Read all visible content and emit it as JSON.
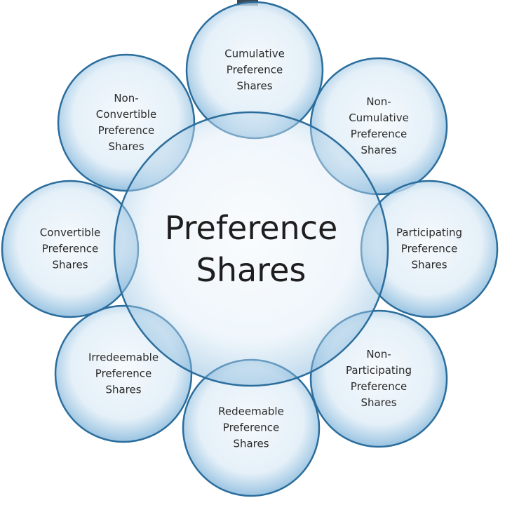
{
  "center": {
    "line1": "Preference",
    "line2": "Shares"
  },
  "nodes": [
    {
      "lines": [
        "Cumulative",
        "Preference",
        "Shares"
      ]
    },
    {
      "lines": [
        "Non-",
        "Cumulative",
        "Preference",
        "Shares"
      ]
    },
    {
      "lines": [
        "Participating",
        "Preference",
        "Shares"
      ]
    },
    {
      "lines": [
        "Non-",
        "Participating",
        "Preference",
        "Shares"
      ]
    },
    {
      "lines": [
        "Redeemable",
        "Preference",
        "Shares"
      ]
    },
    {
      "lines": [
        "Irredeemable",
        "Preference",
        "Shares"
      ]
    },
    {
      "lines": [
        "Convertible",
        "Preference",
        "Shares"
      ]
    },
    {
      "lines": [
        "Non-",
        "Convertible",
        "Preference",
        "Shares"
      ]
    }
  ],
  "colors": {
    "stroke": "#2b6d9c",
    "fill_edge": "#9cc8e6",
    "fill_center": "#f4f9fd"
  }
}
